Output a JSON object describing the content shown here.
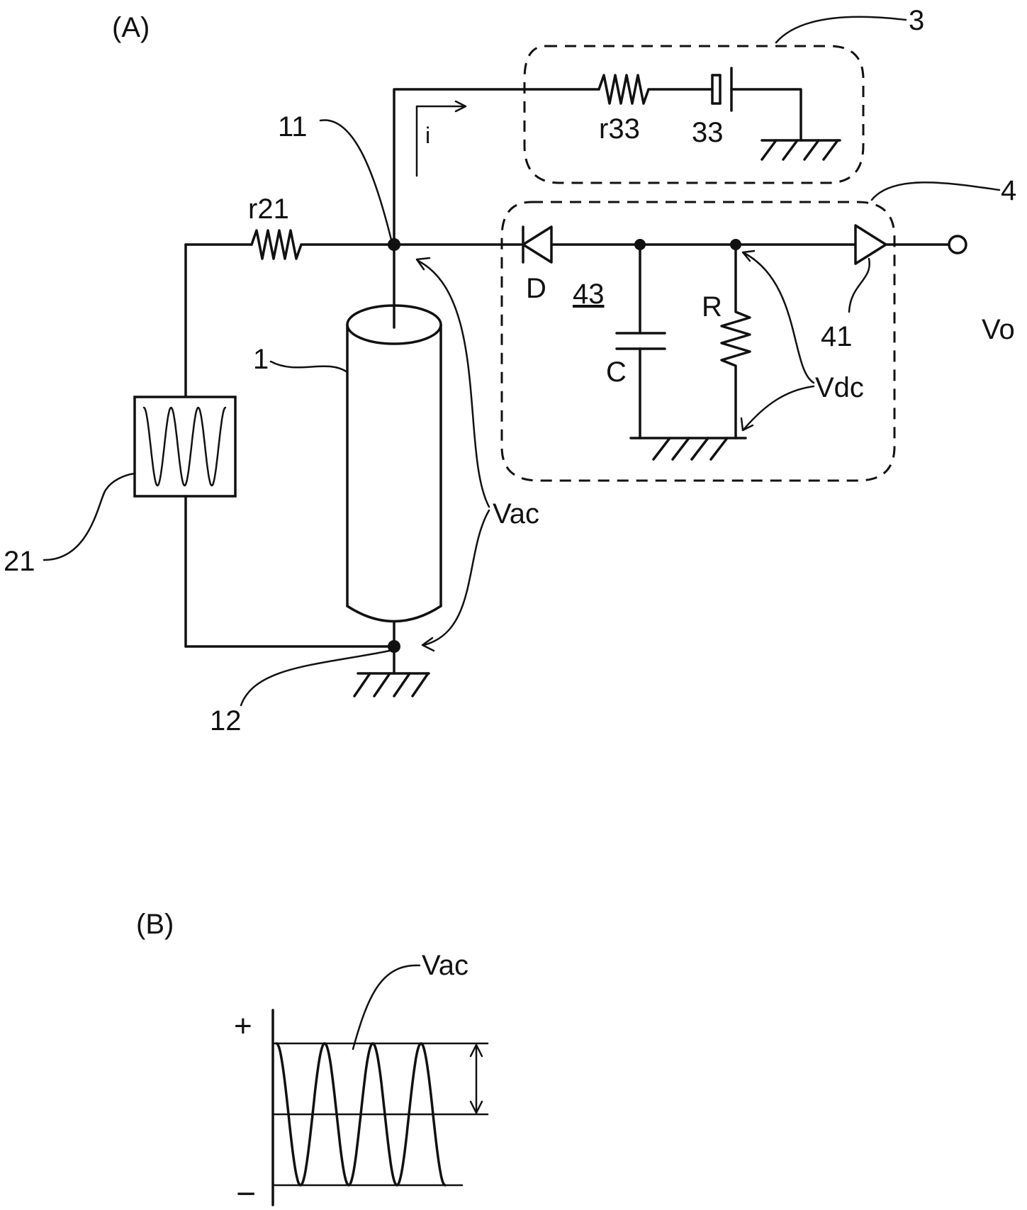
{
  "panels": {
    "a": {
      "label": "(A)"
    },
    "b": {
      "label": "(B)"
    }
  },
  "labels": {
    "block3": "3",
    "block4": "4",
    "node11": "11",
    "node12": "12",
    "current": "i",
    "r33": "r33",
    "cap33": "33",
    "r21": "r21",
    "diode": "D",
    "rect43": "43",
    "cap": "C",
    "res": "R",
    "buffer41": "41",
    "vo": "Vo",
    "vdc": "Vdc",
    "vac": "Vac",
    "sensor1": "1",
    "source21": "21"
  },
  "waveform": {
    "label": "Vac",
    "plus": "+",
    "minus": "−",
    "cycles": 4
  }
}
